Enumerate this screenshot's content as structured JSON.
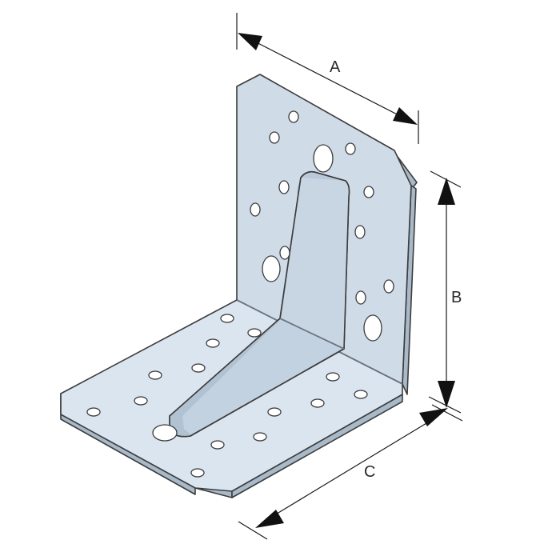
{
  "dimensions": {
    "a": {
      "label": "A"
    },
    "b": {
      "label": "B"
    },
    "c": {
      "label": "C"
    }
  },
  "colors": {
    "steel_face": "#cfdbe7",
    "steel_light": "#dde7f1",
    "steel_shadow": "#b3c3d3",
    "steel_edge": "#9fb0c1",
    "outline": "#3c3c3c",
    "arrow": "#111111"
  }
}
